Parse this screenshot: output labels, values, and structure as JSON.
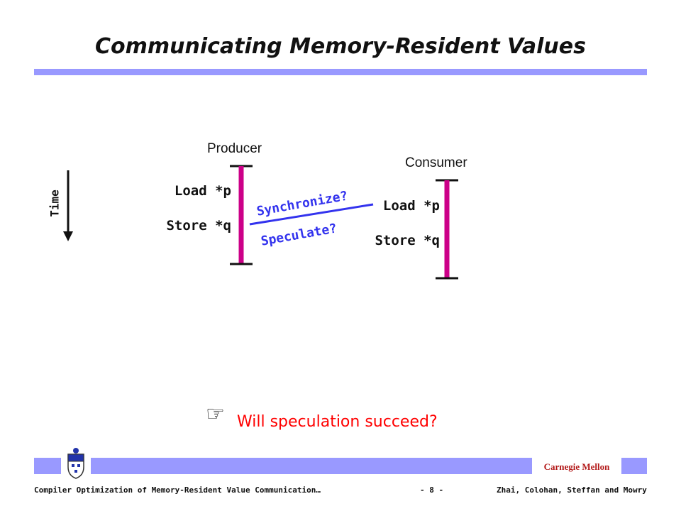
{
  "slide": {
    "title": "Communicating Memory-Resident Values",
    "time_label": "Time",
    "producer": {
      "label": "Producer",
      "load": "Load *p",
      "store": "Store *q"
    },
    "consumer": {
      "label": "Consumer",
      "load": "Load *p",
      "store": "Store *q"
    },
    "arrow_labels": {
      "synchronize": "Synchronize?",
      "speculate": "Speculate?"
    },
    "question": "Will speculation succeed?",
    "colors": {
      "title_rule": "#9999ff",
      "timeline": "#cc0088",
      "arrow": "#3333ee",
      "question": "#ff0000",
      "brand": "#b21818"
    }
  },
  "footer": {
    "left_text": "Compiler Optimization of Memory-Resident Value Communication…",
    "page_number": "- 8 -",
    "authors": "Zhai, Colohan, Steffan and Mowry",
    "brand": "Carnegie Mellon",
    "logo_icon": "university-crest-icon"
  }
}
